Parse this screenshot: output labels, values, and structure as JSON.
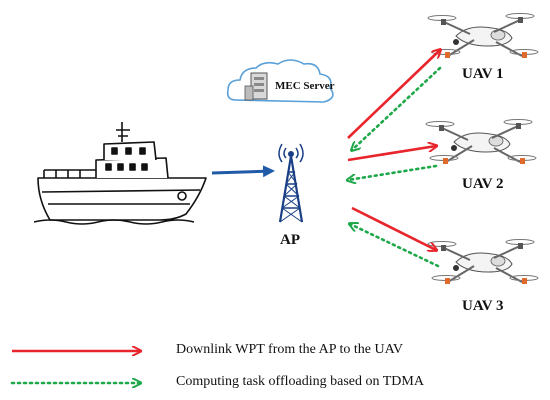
{
  "nodes": {
    "mec_server": "MEC Server",
    "ap": "AP",
    "uav1": "UAV 1",
    "uav2": "UAV 2",
    "uav3": "UAV 3"
  },
  "legend": {
    "downlink": "Downlink WPT from the AP to the UAV",
    "offloading": "Computing task offloading based on TDMA"
  },
  "colors": {
    "downlink": "#e8252b",
    "offloading": "#1fa84a",
    "ship_to_ap": "#1f5aa6",
    "tower": "#1a3f86",
    "cloud": "#5aa0d8"
  },
  "icons": {
    "ship": "ship-icon",
    "tower": "antenna-tower-icon",
    "server": "server-icon",
    "drone": "drone-icon"
  }
}
